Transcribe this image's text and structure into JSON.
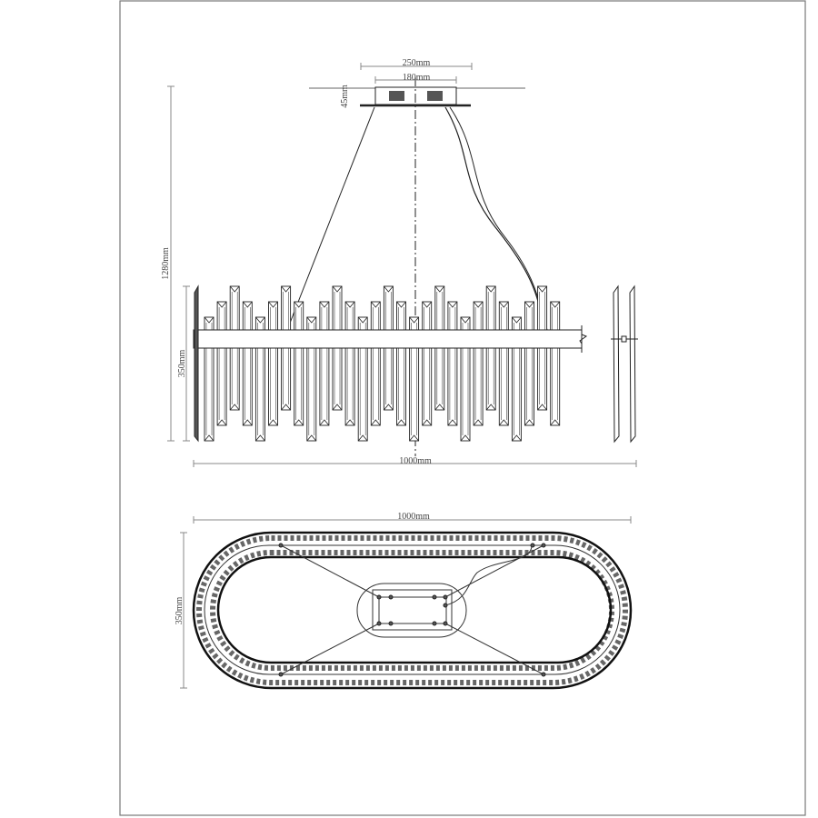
{
  "drawing": {
    "title": "Chandelier dimension drawing",
    "front_view": {
      "canopy_outer_width": "250mm",
      "canopy_inner_width": "180mm",
      "canopy_height": "45mm",
      "total_height": "1280mm",
      "body_height": "350mm",
      "body_length": "1000mm",
      "crystal_count": 28,
      "crystal_height_pattern": [
        "short",
        "mid",
        "tall",
        "mid"
      ]
    },
    "top_view": {
      "length": "1000mm",
      "width": "350mm"
    },
    "colors": {
      "line": "#222222",
      "dim": "#888888",
      "fill": "#777777"
    }
  }
}
